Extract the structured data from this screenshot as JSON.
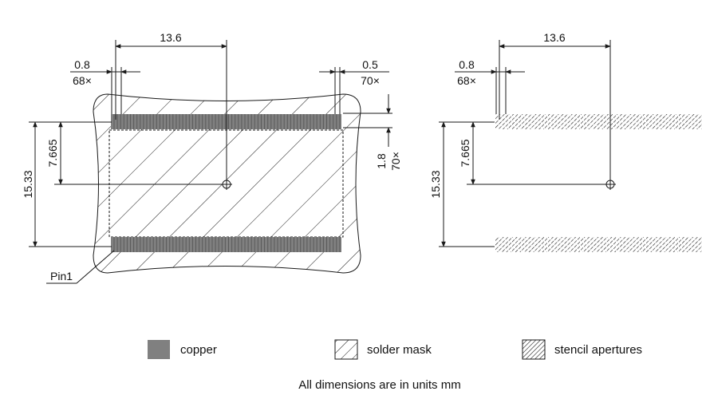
{
  "left_view": {
    "dim_width": "13.6",
    "pitch_top_left": "0.8",
    "count_top_left": "68×",
    "pitch_top_right": "0.5",
    "count_top_right": "70×",
    "dim_half_height": "7.665",
    "dim_height": "15.33",
    "pad_length": "1.8",
    "pad_length_count": "70×",
    "pin1_label": "Pin1"
  },
  "right_view": {
    "dim_width": "13.6",
    "pitch_top_left": "0.8",
    "count_top_left": "68×",
    "dim_half_height": "7.665",
    "dim_height": "15.33"
  },
  "legend": {
    "copper": "copper",
    "solder_mask": "solder mask",
    "stencil": "stencil apertures"
  },
  "colors": {
    "copper": "#808080",
    "line": "#1a1a1a"
  },
  "note": "All dimensions are in units mm"
}
